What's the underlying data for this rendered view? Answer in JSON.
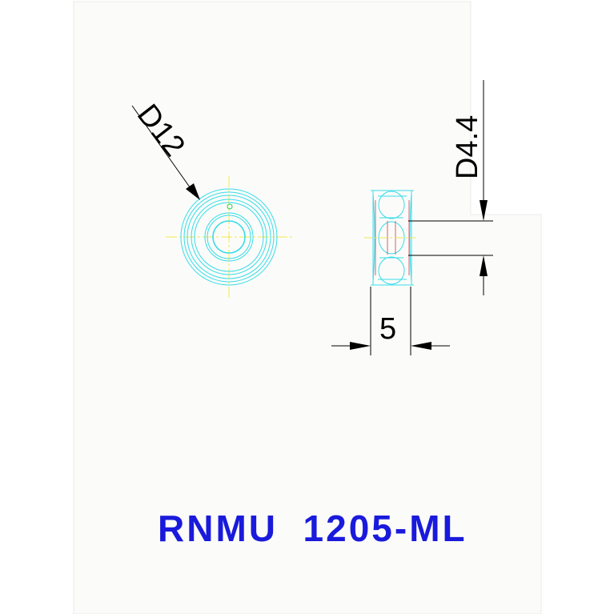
{
  "drawing": {
    "title": "RNMU  1205-ML",
    "dimensions": {
      "outer_diameter": "D12",
      "inner_diameter": "D4.4",
      "width": "5"
    },
    "colors": {
      "paper": "#fbfcfa",
      "outline": "#37dce8",
      "centerline": "#f0e84a",
      "hidden": "#e05a6a",
      "dimension": "#000000",
      "title": "#1a1adc",
      "marker": "#2ad04a"
    }
  }
}
